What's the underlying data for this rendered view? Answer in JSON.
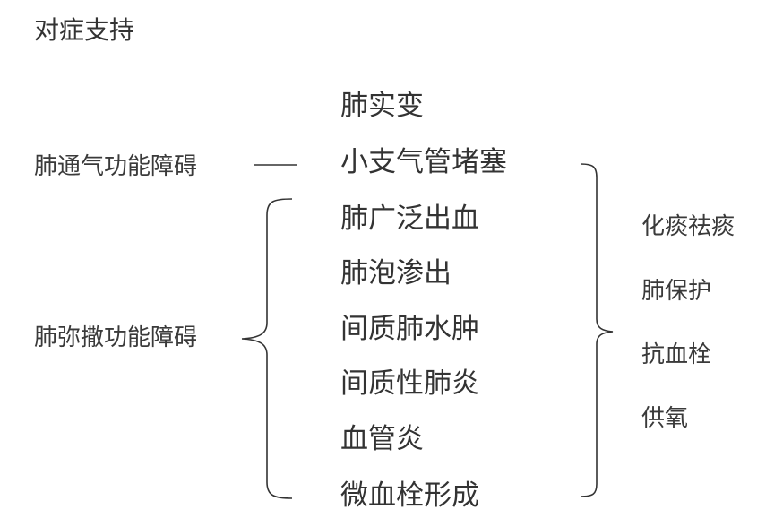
{
  "title": "对症支持",
  "categories": {
    "ventilation": "肺通气功能障碍",
    "diffusion": "肺弥撒功能障碍"
  },
  "conditions": [
    "肺实变",
    "小支气管堵塞",
    "肺广泛出血",
    "肺泡渗出",
    "间质肺水肿",
    "间质性肺炎",
    "血管炎",
    "微血栓形成"
  ],
  "treatments": [
    "化痰祛痰",
    "肺保护",
    "抗血栓",
    "供氧"
  ],
  "colors": {
    "text": "#333333",
    "line": "#333333"
  }
}
